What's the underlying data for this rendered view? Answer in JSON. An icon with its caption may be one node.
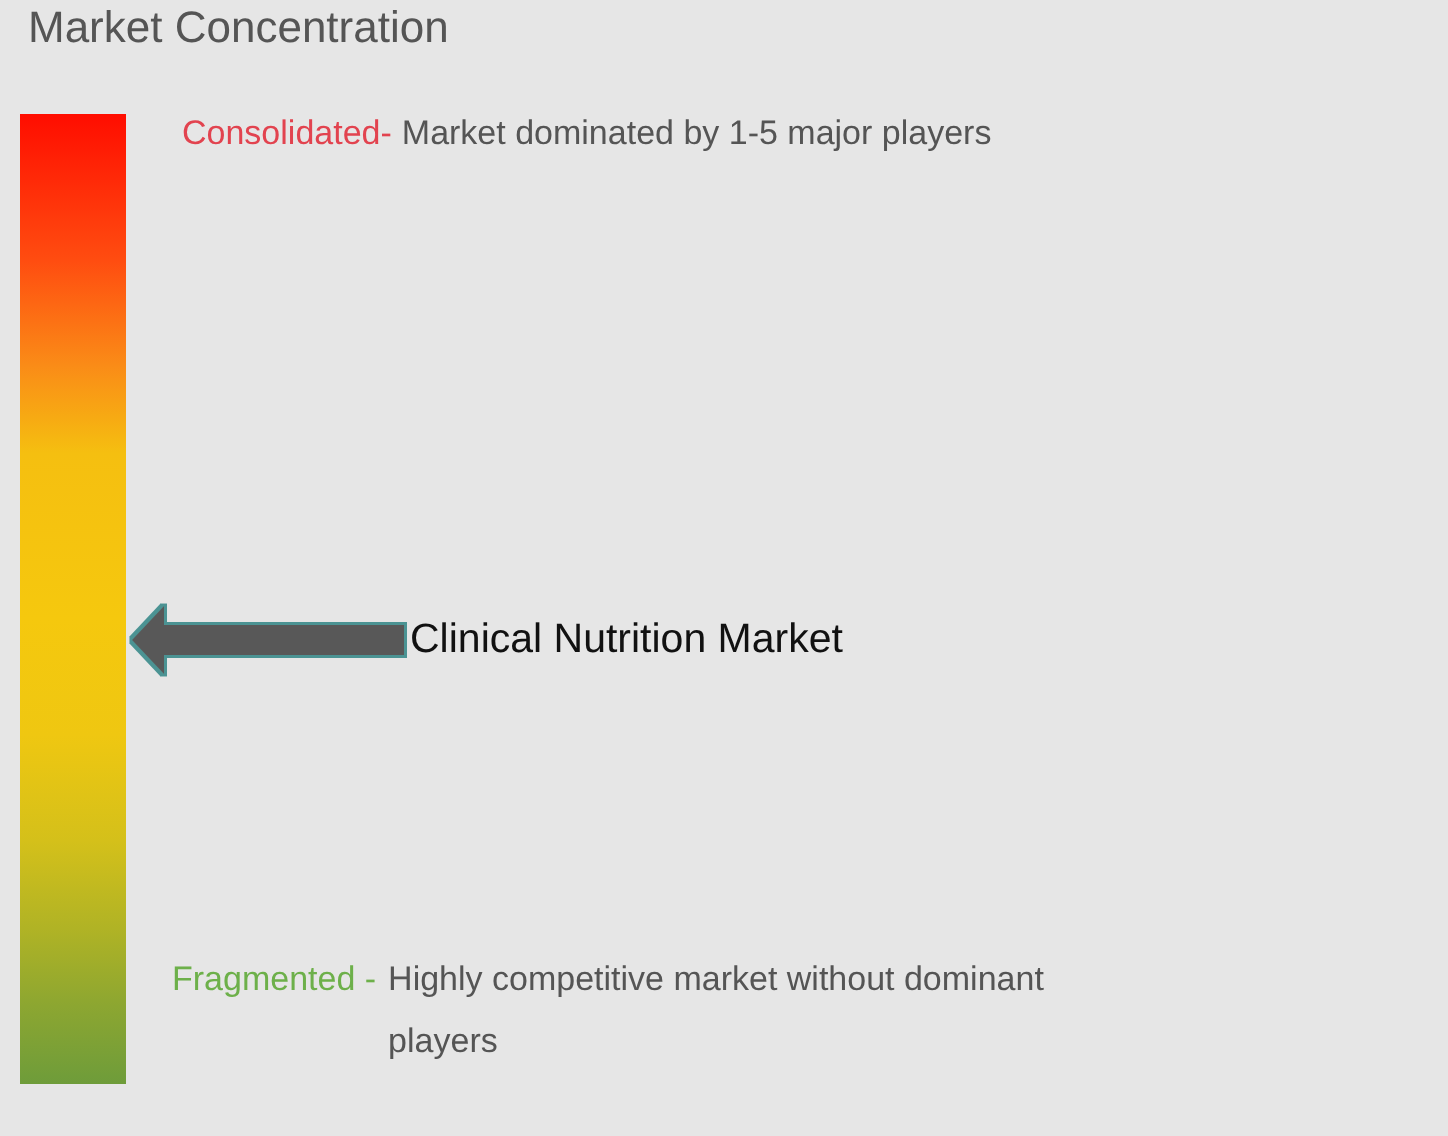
{
  "diagram": {
    "title": "Market Concentration",
    "nodes": [
      {
        "text": [],
        "shape": "bar"
      },
      {
        "text": [
          "Clinical Nutrition Market"
        ]
      }
    ],
    "edges": [
      {
        "from": 1,
        "to": 0,
        "arrow": "to"
      }
    ],
    "labels": [
      "Consolidated-",
      "Market dominated by 1-5 major players",
      "Fragmented -",
      "Highly competitive market without dominant players"
    ]
  }
}
